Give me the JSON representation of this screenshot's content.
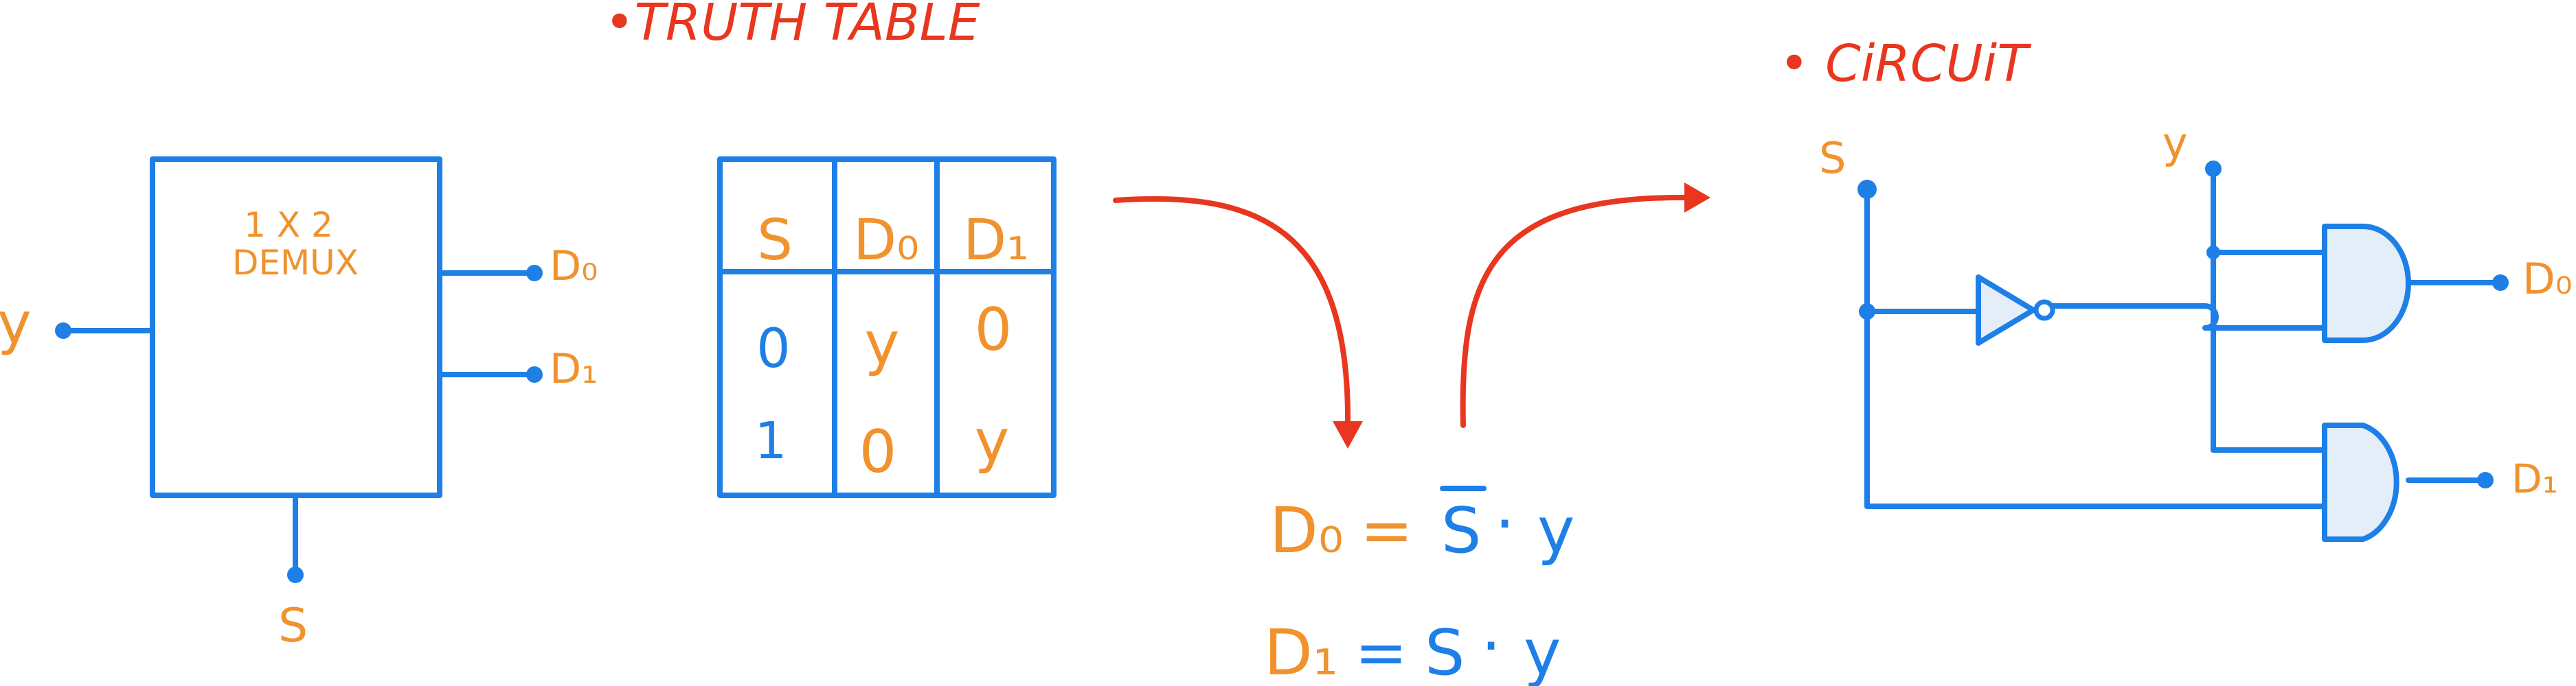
{
  "sections": {
    "truth_table_title": "•TRUTH TABLE",
    "circuit_title": "• CiRCUiT"
  },
  "block": {
    "label_line1": "1 X 2",
    "label_line2": "DEMUX",
    "input_label": "y",
    "select_label": "S",
    "output0_label": "D₀",
    "output1_label": "D₁"
  },
  "truth_table": {
    "headers": [
      "S",
      "D₀",
      "D₁"
    ],
    "rows": [
      [
        "0",
        "y",
        "0"
      ],
      [
        "1",
        "0",
        "y"
      ]
    ]
  },
  "equations": {
    "d0_lhs": "D₀",
    "d0_eq": "=",
    "d0_s": "S",
    "d0_dot": "·",
    "d0_y": "y",
    "d1_lhs": "D₁",
    "d1_eq": "=",
    "d1_s": "S",
    "d1_dot": "·",
    "d1_y": "y"
  },
  "circuit": {
    "select_label": "S",
    "input_label": "y",
    "output0_label": "D₀",
    "output1_label": "D₁"
  },
  "colors": {
    "title": "#E8361F",
    "wire": "#1E7FE6",
    "label": "#F0922D",
    "gate_fill": "#E3EEF9"
  }
}
